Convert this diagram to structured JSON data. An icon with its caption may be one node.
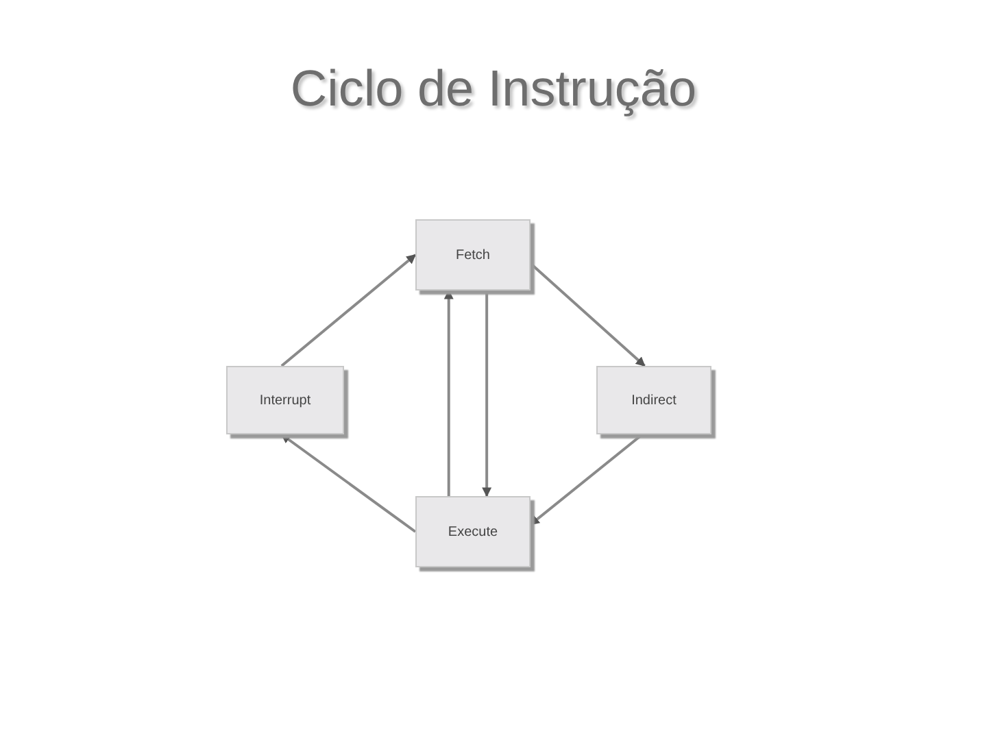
{
  "diagram": {
    "title": "Ciclo de Instrução",
    "nodes": [
      {
        "text": [
          "Fetch"
        ]
      },
      {
        "text": [
          "Interrupt"
        ]
      },
      {
        "text": [
          "Indirect"
        ]
      },
      {
        "text": [
          "Execute"
        ]
      }
    ],
    "edges": [
      {
        "from": 1,
        "to": 0,
        "arrow": "to"
      },
      {
        "from": 0,
        "to": 2,
        "arrow": "to"
      },
      {
        "from": 2,
        "to": 3,
        "arrow": "to"
      },
      {
        "from": 3,
        "to": 1,
        "arrow": "to"
      },
      {
        "from": 3,
        "to": 0,
        "arrow": "to"
      },
      {
        "from": 0,
        "to": 3,
        "arrow": "to"
      }
    ]
  }
}
